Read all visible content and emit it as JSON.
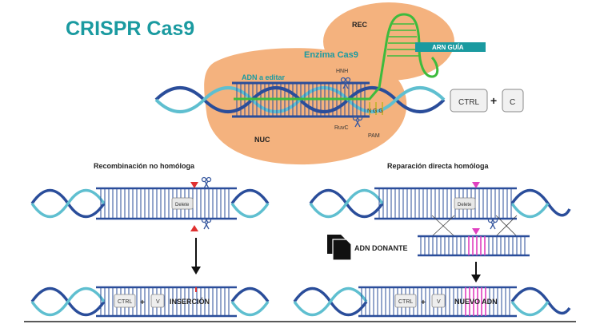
{
  "title": "CRISPR Cas9",
  "labels": {
    "rec": "REC",
    "nuc": "NUC",
    "enzima": "Enzima Cas9",
    "adn_editar": "ADN a editar",
    "arn_guia": "ARN GUÍA",
    "hnh": "HNH",
    "ruvc": "RuvC",
    "pam": "PAM",
    "ngg": "N G G"
  },
  "keys": {
    "ctrl": "CTRL",
    "plus": "+",
    "c": "C",
    "v": "V"
  },
  "left_panel": {
    "heading": "Recombinación no homóloga",
    "delete_key": "Delete",
    "result": "INSERCIÓN"
  },
  "right_panel": {
    "heading": "Reparación directa homóloga",
    "delete_key": "Delete",
    "donor": "ADN DONANTE",
    "result": "NUEVO ADN"
  },
  "colors": {
    "title": "#1a9aa0",
    "blob": "#f4b27e",
    "strand_dark": "#2a4d9a",
    "strand_light": "#5fbfd0",
    "guide_rna": "#3dbb3d",
    "pink": "#e040c0",
    "cut_red": "#e03030"
  }
}
